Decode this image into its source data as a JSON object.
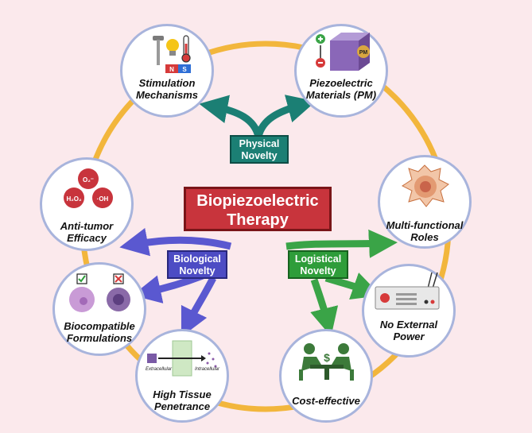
{
  "center": {
    "title": "Biopiezoelectric\nTherapy"
  },
  "categories": {
    "physical": "Physical\nNovelty",
    "biological": "Biological\nNovelty",
    "logistical": "Logistical\nNovelty"
  },
  "nodes": {
    "stimulation": "Stimulation\nMechanisms",
    "piezo_materials": "Piezoelectric\nMaterials (PM)",
    "multifunctional": "Multi-functional\nRoles",
    "no_power": "No External\nPower",
    "cost": "Cost-effective",
    "penetrance": "High Tissue\nPenetrance",
    "biocompatible": "Biocompatible\nFormulations",
    "antitumor": "Anti-tumor\nEfficacy"
  },
  "icon_text": {
    "magnet_n": "N",
    "magnet_s": "S",
    "pm_badge": "PM",
    "ros_o2": "O₂⁻",
    "ros_h2o2": "H₂O₂",
    "ros_oh": "·OH",
    "extracellular": "Extracellular",
    "intracellular": "Intracellular",
    "dollar": "$"
  },
  "colors": {
    "ring": "#f2b63c",
    "node_border": "#a8b4dc",
    "center_fill": "#c8343c",
    "physical": "#1b7f74",
    "biological": "#4d4cc4",
    "logistical": "#2e9d3a"
  },
  "icons": {
    "stimulation": [
      "hammer-icon",
      "lightbulb-icon",
      "thermometer-icon",
      "magnet-icon"
    ],
    "piezo_materials": [
      "cube-icon",
      "plus-minus-icon"
    ],
    "multifunctional": [
      "tumor-cell-icon"
    ],
    "no_power": [
      "power-supply-icon"
    ],
    "cost": [
      "handshake-table-icon"
    ],
    "penetrance": [
      "tissue-membrane-icon"
    ],
    "biocompatible": [
      "cell-icon",
      "check-icon",
      "cross-icon"
    ],
    "antitumor": [
      "ros-molecule-icon"
    ]
  }
}
